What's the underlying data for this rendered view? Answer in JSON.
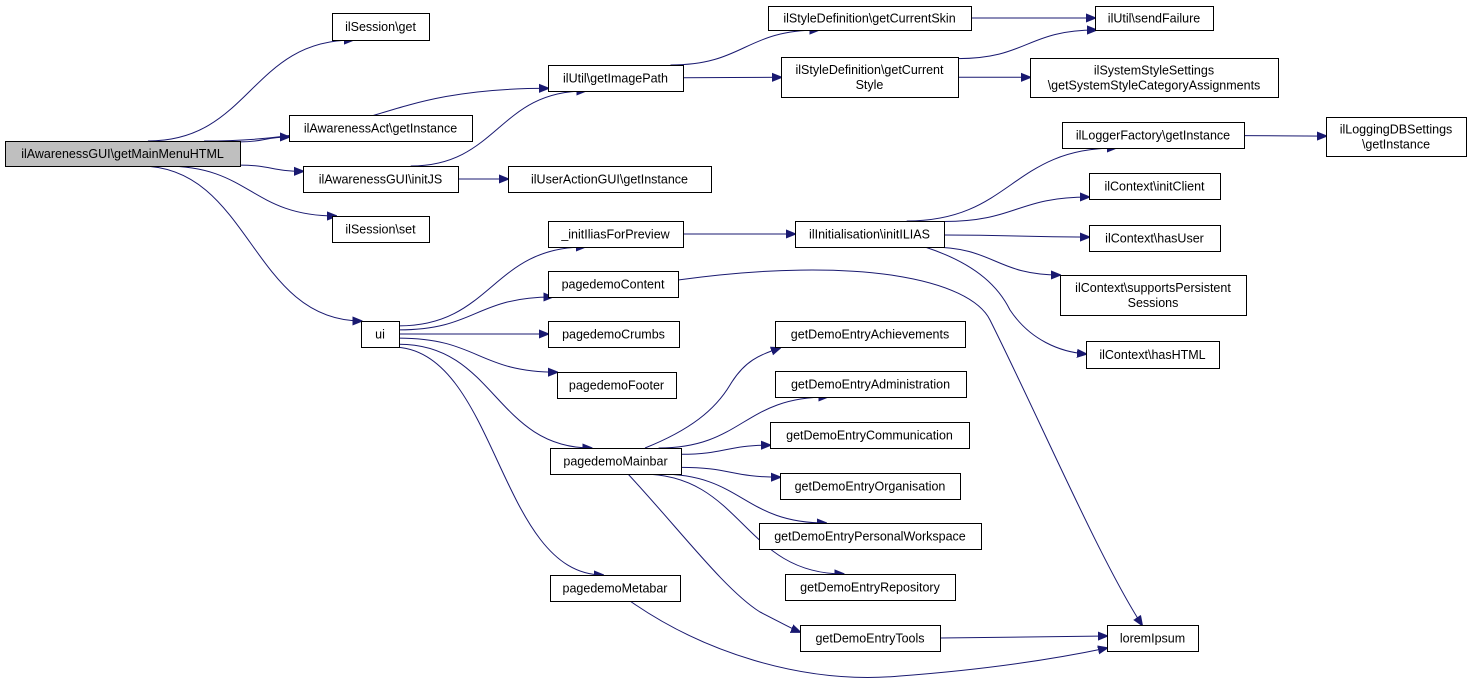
{
  "diagram": {
    "type": "call-graph",
    "colors": {
      "edge": "#191970",
      "root_fill": "#bfbfbf",
      "node_fill": "#ffffff",
      "node_stroke": "#000000"
    },
    "nodes": [
      {
        "id": "root",
        "lines": [
          "ilAwarenessGUI\\getMainMenuHTML"
        ],
        "root": true
      },
      {
        "id": "session_get",
        "lines": [
          "ilSession\\get"
        ]
      },
      {
        "id": "util_getimagepath",
        "lines": [
          "ilUtil\\getImagePath"
        ]
      },
      {
        "id": "awarenessact_getinstance",
        "lines": [
          "ilAwarenessAct\\getInstance"
        ]
      },
      {
        "id": "awarenessgui_initjs",
        "lines": [
          "ilAwarenessGUI\\initJS"
        ]
      },
      {
        "id": "session_set",
        "lines": [
          "ilSession\\set"
        ]
      },
      {
        "id": "ui",
        "lines": [
          "ui"
        ]
      },
      {
        "id": "style_getcurrentskin",
        "lines": [
          "ilStyleDefinition\\getCurrentSkin"
        ]
      },
      {
        "id": "style_getcurrentstyle",
        "lines": [
          "ilStyleDefinition\\getCurrent",
          "Style"
        ]
      },
      {
        "id": "util_sendfailure",
        "lines": [
          "ilUtil\\sendFailure"
        ]
      },
      {
        "id": "systemstyle",
        "lines": [
          "ilSystemStyleSettings",
          "\\getSystemStyleCategoryAssignments"
        ]
      },
      {
        "id": "useractiongui",
        "lines": [
          "ilUserActionGUI\\getInstance"
        ]
      },
      {
        "id": "initilias_preview",
        "lines": [
          "_initIliasForPreview"
        ]
      },
      {
        "id": "pagedemo_content",
        "lines": [
          "pagedemoContent"
        ]
      },
      {
        "id": "pagedemo_crumbs",
        "lines": [
          "pagedemoCrumbs"
        ]
      },
      {
        "id": "pagedemo_footer",
        "lines": [
          "pagedemoFooter"
        ]
      },
      {
        "id": "pagedemo_mainbar",
        "lines": [
          "pagedemoMainbar"
        ]
      },
      {
        "id": "pagedemo_metabar",
        "lines": [
          "pagedemoMetabar"
        ]
      },
      {
        "id": "initialisation",
        "lines": [
          "ilInitialisation\\initILIAS"
        ]
      },
      {
        "id": "loggerfactory",
        "lines": [
          "ilLoggerFactory\\getInstance"
        ]
      },
      {
        "id": "loggingdb",
        "lines": [
          "ilLoggingDBSettings",
          "\\getInstance"
        ]
      },
      {
        "id": "context_initclient",
        "lines": [
          "ilContext\\initClient"
        ]
      },
      {
        "id": "context_hasuser",
        "lines": [
          "ilContext\\hasUser"
        ]
      },
      {
        "id": "context_supports",
        "lines": [
          "ilContext\\supportsPersistent",
          "Sessions"
        ]
      },
      {
        "id": "context_hashtml",
        "lines": [
          "ilContext\\hasHTML"
        ]
      },
      {
        "id": "demo_achievements",
        "lines": [
          "getDemoEntryAchievements"
        ]
      },
      {
        "id": "demo_administration",
        "lines": [
          "getDemoEntryAdministration"
        ]
      },
      {
        "id": "demo_communication",
        "lines": [
          "getDemoEntryCommunication"
        ]
      },
      {
        "id": "demo_organisation",
        "lines": [
          "getDemoEntryOrganisation"
        ]
      },
      {
        "id": "demo_personal",
        "lines": [
          "getDemoEntryPersonalWorkspace"
        ]
      },
      {
        "id": "demo_repository",
        "lines": [
          "getDemoEntryRepository"
        ]
      },
      {
        "id": "demo_tools",
        "lines": [
          "getDemoEntryTools"
        ]
      },
      {
        "id": "loremipsum",
        "lines": [
          "loremIpsum"
        ]
      }
    ],
    "edges": [
      [
        "root",
        "session_get"
      ],
      [
        "root",
        "util_getimagepath"
      ],
      [
        "root",
        "awarenessact_getinstance"
      ],
      [
        "root",
        "awarenessgui_initjs"
      ],
      [
        "root",
        "session_set"
      ],
      [
        "root",
        "ui"
      ],
      [
        "util_getimagepath",
        "style_getcurrentskin"
      ],
      [
        "util_getimagepath",
        "style_getcurrentstyle"
      ],
      [
        "style_getcurrentskin",
        "util_sendfailure"
      ],
      [
        "style_getcurrentstyle",
        "util_sendfailure"
      ],
      [
        "style_getcurrentstyle",
        "systemstyle"
      ],
      [
        "awarenessgui_initjs",
        "util_getimagepath"
      ],
      [
        "awarenessgui_initjs",
        "useractiongui"
      ],
      [
        "ui",
        "initilias_preview"
      ],
      [
        "ui",
        "pagedemo_content"
      ],
      [
        "ui",
        "pagedemo_crumbs"
      ],
      [
        "ui",
        "pagedemo_footer"
      ],
      [
        "ui",
        "pagedemo_mainbar"
      ],
      [
        "ui",
        "pagedemo_metabar"
      ],
      [
        "initilias_preview",
        "initialisation"
      ],
      [
        "initialisation",
        "loggerfactory"
      ],
      [
        "initialisation",
        "context_initclient"
      ],
      [
        "initialisation",
        "context_hasuser"
      ],
      [
        "initialisation",
        "context_supports"
      ],
      [
        "initialisation",
        "context_hashtml"
      ],
      [
        "loggerfactory",
        "loggingdb"
      ],
      [
        "pagedemo_content",
        "loremipsum"
      ],
      [
        "pagedemo_mainbar",
        "demo_achievements"
      ],
      [
        "pagedemo_mainbar",
        "demo_administration"
      ],
      [
        "pagedemo_mainbar",
        "demo_communication"
      ],
      [
        "pagedemo_mainbar",
        "demo_organisation"
      ],
      [
        "pagedemo_mainbar",
        "demo_personal"
      ],
      [
        "pagedemo_mainbar",
        "demo_repository"
      ],
      [
        "pagedemo_mainbar",
        "demo_tools"
      ],
      [
        "pagedemo_metabar",
        "loremipsum"
      ],
      [
        "demo_tools",
        "loremipsum"
      ]
    ]
  }
}
